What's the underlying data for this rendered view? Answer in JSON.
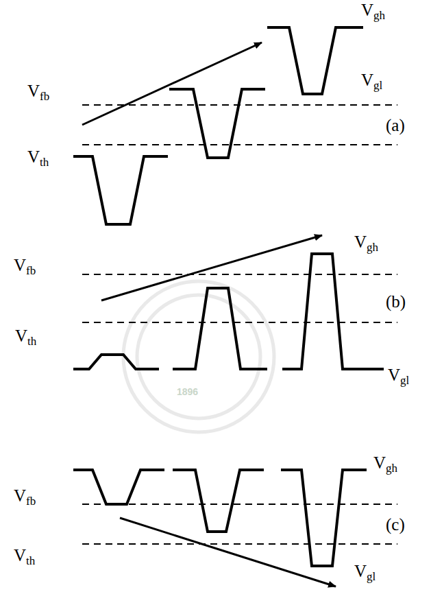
{
  "diagram": {
    "labels": [
      "Vgh",
      "Vfb",
      "Vgl",
      "(a)",
      "Vth",
      "Vfb",
      "Vgh",
      "Vth",
      "(b)",
      "1896",
      "Vgl",
      "Vgh",
      "Vfb",
      "(c)",
      "Vth",
      "Vgl"
    ]
  }
}
